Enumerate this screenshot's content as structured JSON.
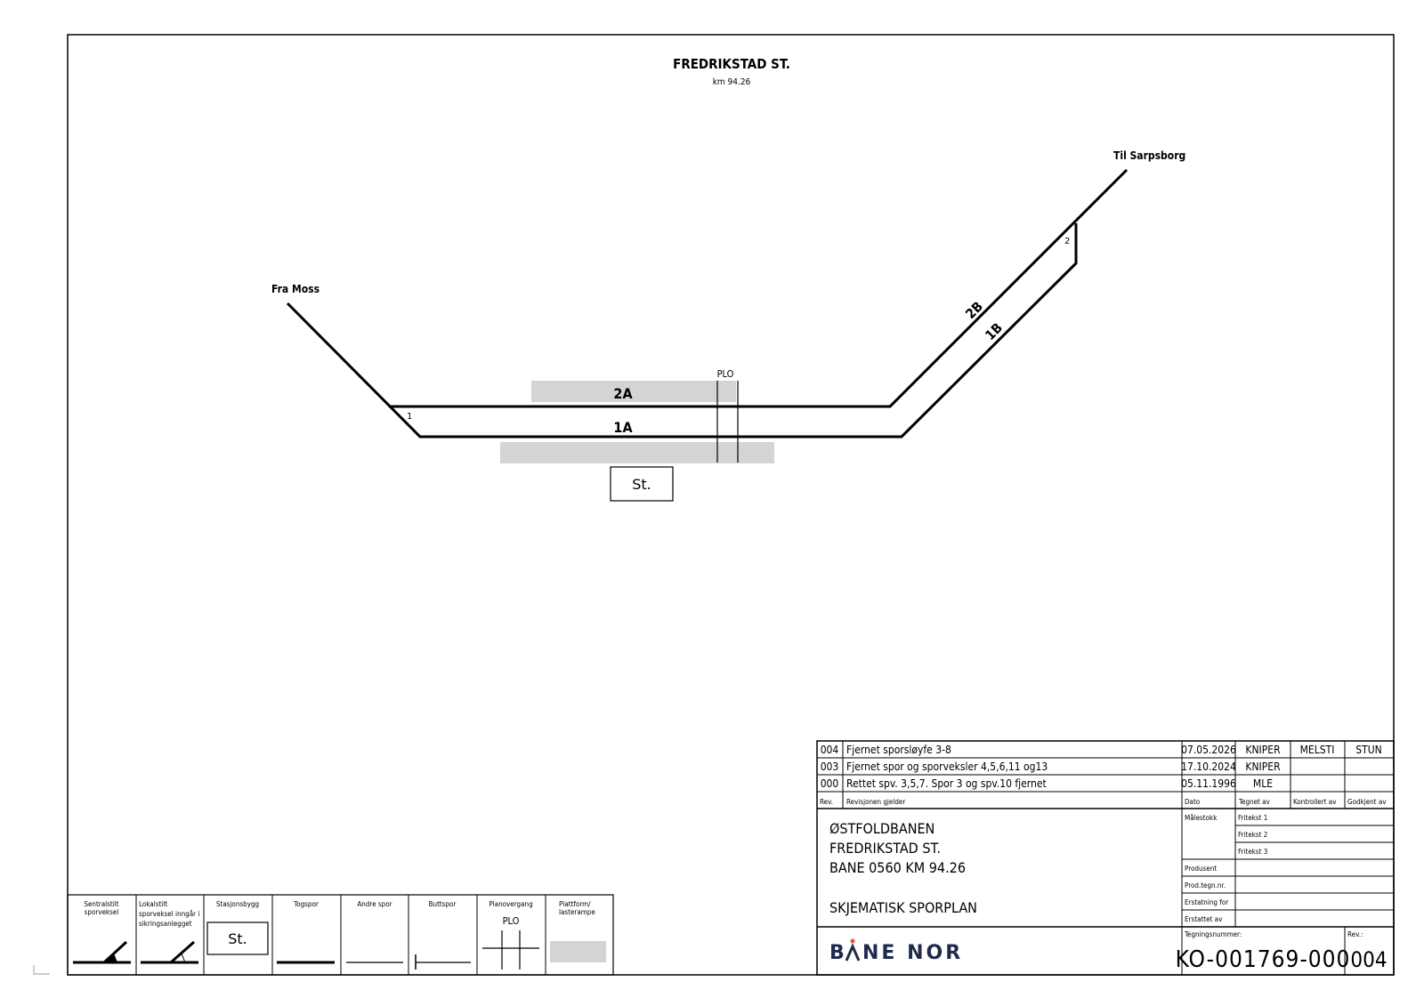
{
  "drawing": {
    "station_title": "FREDRIKSTAD ST.",
    "station_km": "km 94.26",
    "from_label": "Fra Moss",
    "to_label": "Til Sarpsborg",
    "tracks": {
      "t2a": "2A",
      "t1a": "1A",
      "t2b": "2B",
      "t1b": "1B"
    },
    "switch_numbers": {
      "s1": "1",
      "s2": "2"
    },
    "level_crossing_label": "PLO",
    "station_building_label": "St."
  },
  "legend": {
    "items": [
      {
        "label_l1": "Sentralstilt",
        "label_l2": "sporveksel",
        "label_l3": ""
      },
      {
        "label_l1": "Lokalstilt",
        "label_l2": "sporveksel inngår i",
        "label_l3": "sikringsanlegget"
      },
      {
        "label_l1": "Stasjonsbygg",
        "label_l2": "",
        "label_l3": ""
      },
      {
        "label_l1": "Togspor",
        "label_l2": "",
        "label_l3": ""
      },
      {
        "label_l1": "Andre spor",
        "label_l2": "",
        "label_l3": ""
      },
      {
        "label_l1": "Buttspor",
        "label_l2": "",
        "label_l3": ""
      },
      {
        "label_l1": "Planovergang",
        "label_l2": "",
        "label_l3": ""
      },
      {
        "label_l1": "Plattform/",
        "label_l2": "lasterampe",
        "label_l3": ""
      }
    ],
    "station_symbol": "St.",
    "crossing_symbol": "PLO",
    "platform_color": "#d4d4d4"
  },
  "title_block": {
    "revisions": [
      {
        "rev": "004",
        "desc": "Fjernet sporsløyfe 3-8",
        "date": "07.05.2026",
        "drawn": "KNIPER",
        "checked": "MELSTI",
        "approved": "STUN"
      },
      {
        "rev": "003",
        "desc": "Fjernet spor og sporveksler 4,5,6,11 og13",
        "date": "17.10.2024",
        "drawn": "KNIPER",
        "checked": "",
        "approved": ""
      },
      {
        "rev": "000",
        "desc": "Rettet spv. 3,5,7. Spor 3 og spv.10 fjernet",
        "date": "05.11.1996",
        "drawn": "MLE",
        "checked": "",
        "approved": ""
      }
    ],
    "headers": {
      "rev": "Rev.",
      "desc": "Revisjonen gjelder",
      "date": "Dato",
      "drawn": "Tegnet av",
      "checked": "Kontrollert av",
      "approved": "Godkjent av"
    },
    "project_line1": "ØSTFOLDBANEN",
    "project_line2": "FREDRIKSTAD ST.",
    "project_line3": "BANE 0560  KM 94.26",
    "drawing_type": "SKJEMATISK SPORPLAN",
    "fields": {
      "malestokk": "Målestokk",
      "fritekst1": "Fritekst 1",
      "fritekst2": "Fritekst 2",
      "fritekst3": "Fritekst 3",
      "produsent": "Produsent",
      "prod_tegn": "Prod.tegn.nr.",
      "erstatning_for": "Erstatning for",
      "erstattet_av": "Erstattet av",
      "tegningsnummer_label": "Tegningsnummer:",
      "rev_label": "Rev.:"
    },
    "drawing_number": "KO-001769-000",
    "revision": "004",
    "logo_text_a": "B",
    "logo_text_b": "NE NOR"
  }
}
